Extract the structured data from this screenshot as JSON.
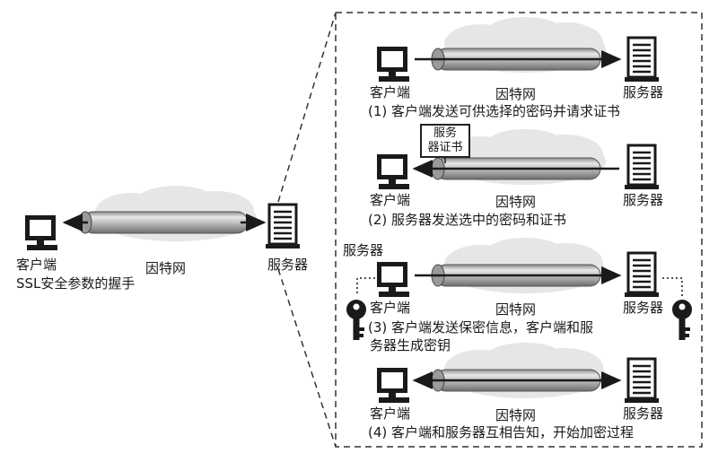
{
  "labels": {
    "client": "客户端",
    "internet": "因特网",
    "server": "服务器"
  },
  "overview": {
    "caption": "SSL安全参数的握手"
  },
  "steps": [
    {
      "caption": "(1) 客户端发送可供选择的密码并请求证书"
    },
    {
      "caption": "(2) 服务器发送选中的密码和证书",
      "cert_label_1": "服务",
      "cert_label_2": "器证书"
    },
    {
      "caption_line1": "(3) 客户端发送保密信息，客户端和服",
      "caption_line2": "务器生成密钥",
      "server_top_label": "服务器"
    },
    {
      "caption": "(4) 客户端和服务器互相告知，开始加密过程"
    }
  ],
  "colors": {
    "ink": "#1a1a1a",
    "tube": "#bdbdbd",
    "cloud": "#e6e6e6"
  }
}
